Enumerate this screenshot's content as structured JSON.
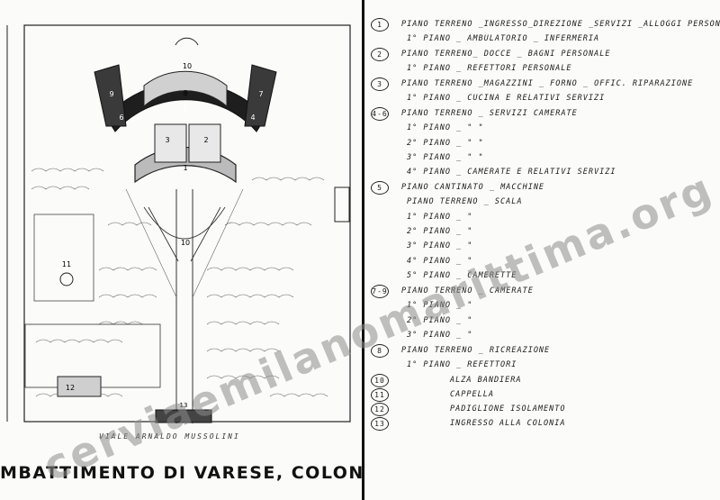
{
  "plan": {
    "numbers": [
      "10",
      "9",
      "8",
      "7",
      "6",
      "5",
      "4",
      "3",
      "2",
      "1",
      "10",
      "11",
      "12",
      "13"
    ],
    "street": "VIALE ARNALDO MUSSOLINI"
  },
  "title": "MBATTIMENTO DI VARESE, COLONIA MARI",
  "legend": [
    {
      "num": "1",
      "text": "PIANO TERRENO _INGRESSO_DIREZIONE _SERVIZI _ALLOGGI PERSON."
    },
    {
      "num": "",
      "text": "1° PIANO  _  AMBULATORIO _ INFERMERIA"
    },
    {
      "num": "2",
      "text": "PIANO TERRENO_ DOCCE _ BAGNI PERSONALE"
    },
    {
      "num": "",
      "text": "1° PIANO  _  REFETTORI PERSONALE"
    },
    {
      "num": "3",
      "text": "PIANO TERRENO _MAGAZZINI _ FORNO _ OFFIC. RIPARAZIONE"
    },
    {
      "num": "",
      "text": "1° PIANO  _  CUCINA E RELATIVI SERVIZI"
    },
    {
      "num": "4-6",
      "text": "PIANO TERRENO  _ SERVIZI CAMERATE"
    },
    {
      "num": "",
      "text": "1° PIANO   _   \"    \""
    },
    {
      "num": "",
      "text": "2° PIANO   _   \"    \""
    },
    {
      "num": "",
      "text": "3° PIANO   _   \"    \""
    },
    {
      "num": "",
      "text": "4° PIANO   _   CAMERATE E RELATIVI SERVIZI"
    },
    {
      "num": "5",
      "text": "PIANO CANTINATO _  MACCHINE"
    },
    {
      "num": "",
      "text": "PIANO TERRENO  _  SCALA"
    },
    {
      "num": "",
      "text": "1° PIANO   _   \""
    },
    {
      "num": "",
      "text": "2° PIANO   _   \""
    },
    {
      "num": "",
      "text": "3° PIANO   _   \""
    },
    {
      "num": "",
      "text": "4° PIANO   _   \""
    },
    {
      "num": "",
      "text": "5° PIANO   _   CAMERETTE"
    },
    {
      "num": "7-9",
      "text": "PIANO TERRENO  _  CAMERATE"
    },
    {
      "num": "",
      "text": "1° PIANO   _   \""
    },
    {
      "num": "",
      "text": "2° PIANO   _   \""
    },
    {
      "num": "",
      "text": "3° PIANO   _   \""
    },
    {
      "num": "8",
      "text": "PIANO TERRENO _ RICREAZIONE"
    },
    {
      "num": "",
      "text": "1° PIANO  _  REFETTORI"
    },
    {
      "num": "10",
      "text": "ALZA BANDIERA"
    },
    {
      "num": "11",
      "text": "CAPPELLA"
    },
    {
      "num": "12",
      "text": "PADIGLIONE ISOLAMENTO"
    },
    {
      "num": "13",
      "text": "INGRESSO ALLA COLONIA"
    }
  ],
  "watermark": "cerviaemilanomarittima.org"
}
